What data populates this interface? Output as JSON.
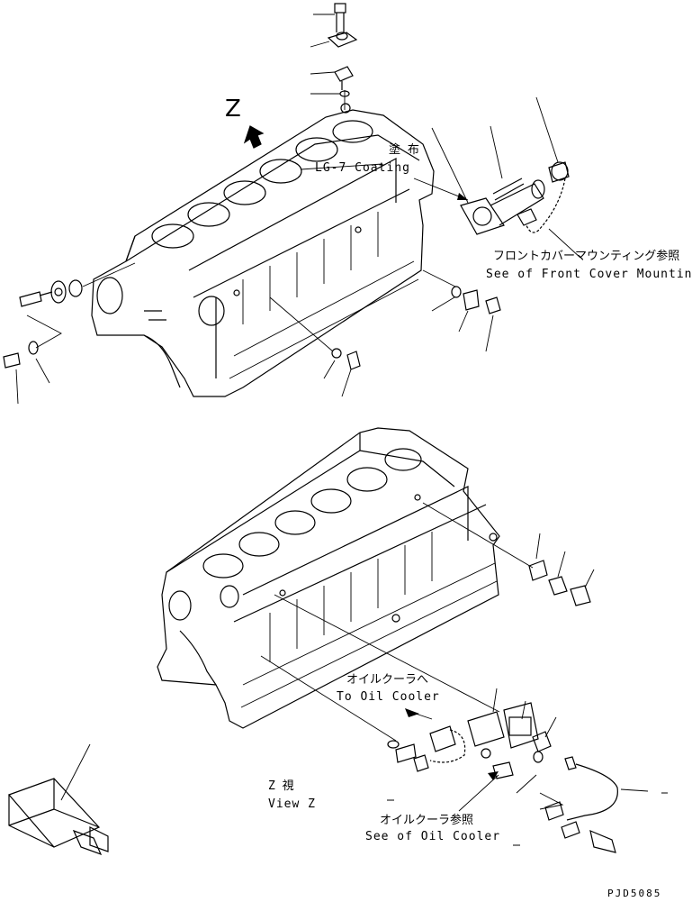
{
  "labels": {
    "view_letter": "Z",
    "coating_jp": "塗 布",
    "coating_en": "LG-7 Coating",
    "front_cover_jp": "フロントカバーマウンティング参照",
    "front_cover_en": "See of Front Cover Mounting",
    "to_oil_cooler_jp": "オイルクーラへ",
    "to_oil_cooler_en": "To Oil Cooler",
    "view_z_jp": "Z 視",
    "view_z_en": "View Z",
    "see_oil_cooler_jp": "オイルクーラ参照",
    "see_oil_cooler_en": "See of Oil Cooler",
    "drawing_code": "PJD5085"
  }
}
